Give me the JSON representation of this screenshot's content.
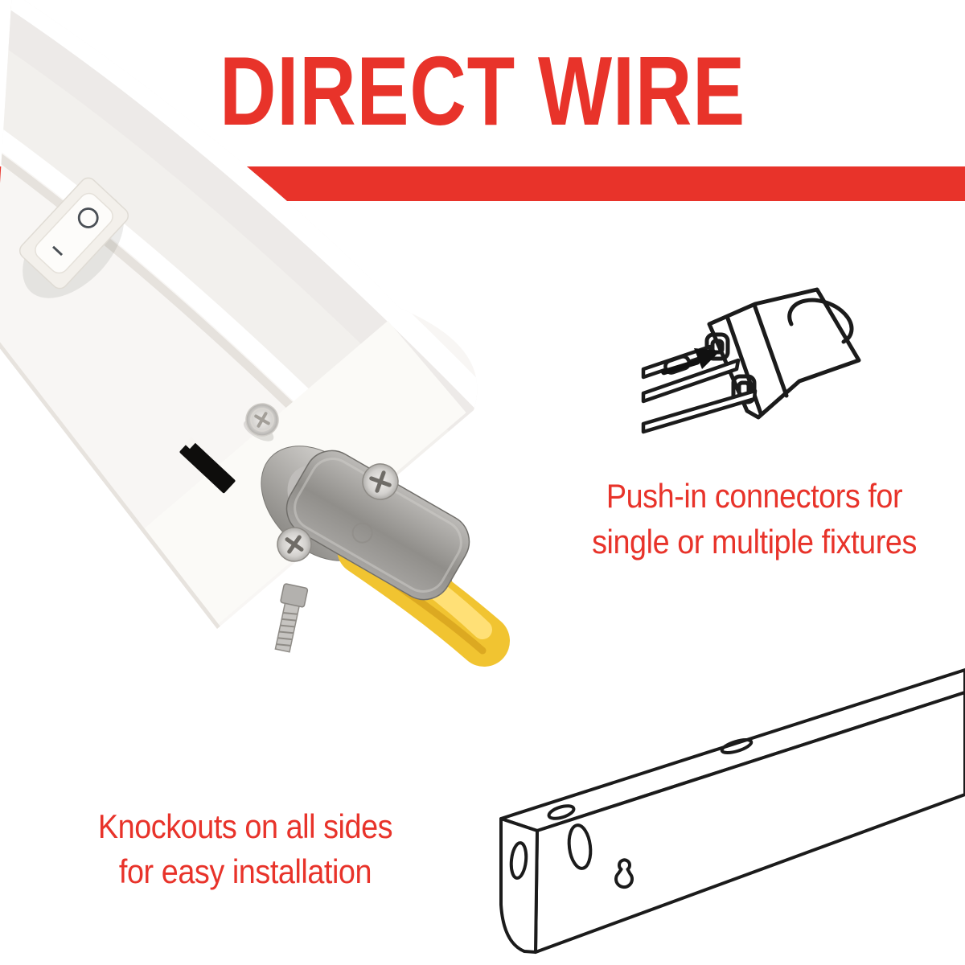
{
  "colors": {
    "accent_red": "#e8332a",
    "line_art": "#1b1b1b",
    "cable_yellow": "#f1c431"
  },
  "title": {
    "text": "DIRECT WIRE"
  },
  "photo": {
    "name": "direct-wire-fixture-photo",
    "switch_off_symbol": "O",
    "switch_on_symbol": "I"
  },
  "features": [
    {
      "icon": "push-in-connector-illustration",
      "lines": [
        "Push-in connectors for",
        "single or multiple fixtures"
      ]
    },
    {
      "icon": "housing-knockouts-illustration",
      "lines": [
        "Knockouts on all sides",
        "for easy installation"
      ]
    }
  ]
}
